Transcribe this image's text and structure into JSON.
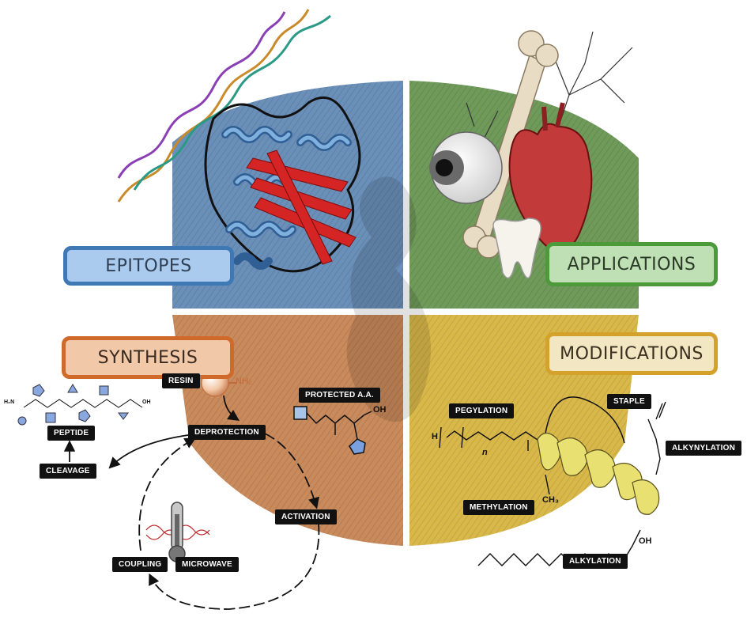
{
  "quadrants": {
    "epitopes": {
      "title": "EPITOPES",
      "color": "#6a8fb8"
    },
    "applications": {
      "title": "APPLICATIONS",
      "color": "#6f9a5a"
    },
    "synthesis": {
      "title": "SYNTHESIS",
      "color": "#c98a5c"
    },
    "modifications": {
      "title": "MODIFICATIONS",
      "color": "#d9b84a"
    }
  },
  "synthesis": {
    "resin": "RESIN",
    "nh2": "NH₂",
    "deprotection": "DEPROTECTION",
    "protected_aa": "PROTECTED A.A.",
    "activation": "ACTIVATION",
    "coupling": "COUPLING",
    "microwave": "MICROWAVE",
    "cleavage": "CLEAVAGE",
    "peptide": "PEPTIDE",
    "oh": "OH",
    "h2n": "H₂N"
  },
  "modifications": {
    "pegylation": "PEGYLATION",
    "staple": "STAPLE",
    "alkynylation": "ALKYNYLATION",
    "methylation": "METHYLATION",
    "alkylation": "ALKYLATION",
    "ch3": "CH₃",
    "oh": "OH",
    "n": "n",
    "h": "H"
  }
}
